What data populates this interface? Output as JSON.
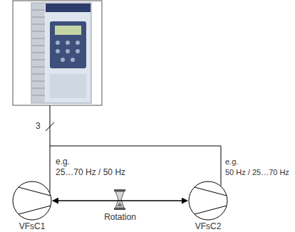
{
  "diagram": {
    "nodes": [
      {
        "text": [
          "VFsC1"
        ]
      },
      {
        "text": [
          "VFsC2"
        ]
      }
    ],
    "edges": [
      {
        "from": 0,
        "to": 1,
        "arrow": "both",
        "label": "Rotation"
      }
    ],
    "labels": [
      "3",
      "e.g.",
      "25…70 Hz / 50 Hz",
      "e.g.",
      "50 Hz / 25…70 Hz"
    ]
  }
}
